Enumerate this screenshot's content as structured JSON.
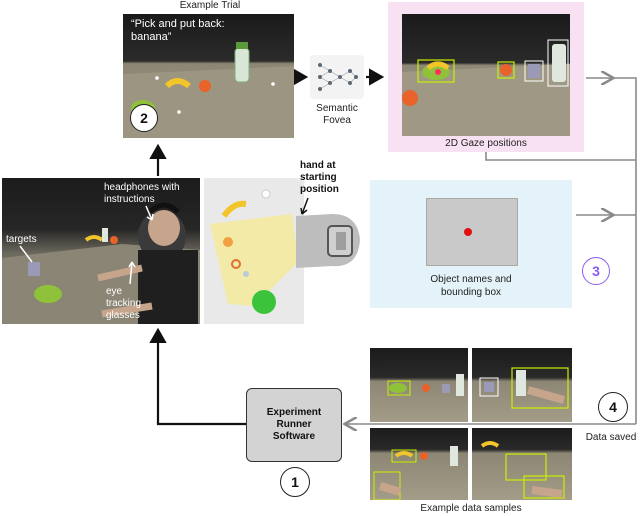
{
  "example_trial": {
    "title": "Example Trial",
    "instruction": "“Pick and put back: banana”",
    "step": "2"
  },
  "semantic_fovea": {
    "label_line1": "Semantic",
    "label_line2": "Fovea"
  },
  "gaze_panel": {
    "caption": "2D Gaze positions"
  },
  "object_panel": {
    "caption_line1": "Object names and",
    "caption_line2": "bounding box",
    "step": "3"
  },
  "setup_photo": {
    "label_headphones_1": "headphones with",
    "label_headphones_2": "instructions",
    "label_targets": "targets",
    "label_eye_1": "eye",
    "label_eye_2": "tracking",
    "label_eye_3": "glasses"
  },
  "hand_start": {
    "line1": "hand at",
    "line2": "starting",
    "line3": "position"
  },
  "runner": {
    "line1": "Experiment",
    "line2": "Runner",
    "line3": "Software",
    "step": "1"
  },
  "data_saved": {
    "label": "Data saved",
    "step": "4"
  },
  "samples": {
    "caption": "Example data samples"
  },
  "colors": {
    "gaze_bg": "#f7e1f3",
    "object_bg": "#e4f3f9",
    "step3_color": "#8a5cf5",
    "bbox_color": "#c8f000",
    "target_red": "#e01010"
  }
}
